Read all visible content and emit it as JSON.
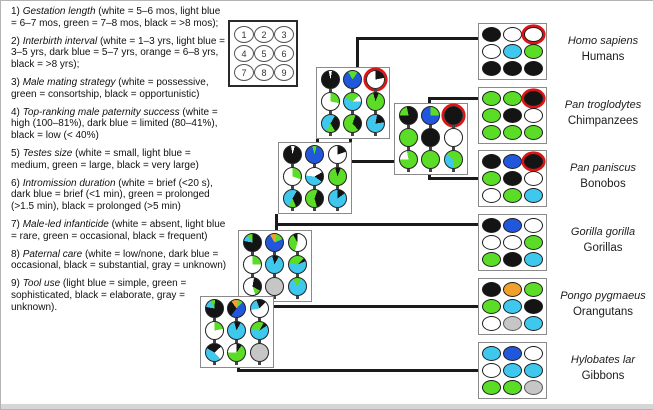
{
  "colors": {
    "white": "#ffffff",
    "light_blue": "#3fc8ee",
    "dark_blue": "#2057dd",
    "green": "#5bdc26",
    "orange": "#f0a02c",
    "black": "#141414",
    "gray": "#c6c6c6",
    "red_ring": "#dd1414",
    "line": "#1a1a1a"
  },
  "legend": {
    "items": [
      {
        "id": "1)",
        "name": "Gestation length",
        "desc": "(white = 5–6 mos, light blue = 6–7 mos, green = 7–8 mos, black = >8 mos);"
      },
      {
        "id": "2)",
        "name": "Interbirth interval",
        "desc": "(white = 1–3 yrs, light blue = 3–5 yrs, dark blue = 5–7 yrs, orange = 6–8 yrs, black = >8 yrs);"
      },
      {
        "id": "3)",
        "name": "Male mating strategy",
        "desc": "(white = possessive, green = consortship, black = opportunistic)"
      },
      {
        "id": "4)",
        "name": "Top-ranking male paternity success",
        "desc": "(white = high (100–81%), dark blue = limited (80–41%), black = low (< 40%)"
      },
      {
        "id": "5)",
        "name": "Testes size",
        "desc": "(white = small, light blue = medium, green = large, black = very large)"
      },
      {
        "id": "6)",
        "name": "Intromission duration",
        "desc": "(white = brief (<20 s), dark blue = brief (<1 min), green = prolonged (>1.5 min), black = prolonged (>5 min)"
      },
      {
        "id": "7)",
        "name": "Male-led infanticide",
        "desc": "(white = absent, light blue = rare, green = occasional, black = frequent)"
      },
      {
        "id": "8)",
        "name": "Paternal care",
        "desc": "(white = low/none, dark blue = occasional, black = substantial, gray = unknown)"
      },
      {
        "id": "9)",
        "name": "Tool use",
        "desc": "(light blue = simple, green = sophisticated, black = elaborate, gray = unknown)."
      }
    ]
  },
  "key_grid": {
    "numbers": [
      "1",
      "2",
      "3",
      "4",
      "5",
      "6",
      "7",
      "8",
      "9"
    ]
  },
  "species": [
    {
      "id": "homo-sapiens",
      "sci": "Homo sapiens",
      "common": "Humans",
      "cells": [
        {
          "c": "black"
        },
        {
          "c": "white"
        },
        {
          "c": "white",
          "r": true
        },
        {
          "c": "white"
        },
        {
          "c": "light_blue"
        },
        {
          "c": "green"
        },
        {
          "c": "black"
        },
        {
          "c": "black"
        },
        {
          "c": "black"
        }
      ]
    },
    {
      "id": "pan-troglodytes",
      "sci": "Pan troglodytes",
      "common": "Chimpanzees",
      "cells": [
        {
          "c": "green"
        },
        {
          "c": "green"
        },
        {
          "c": "black",
          "r": true
        },
        {
          "c": "green"
        },
        {
          "c": "black"
        },
        {
          "c": "white"
        },
        {
          "c": "green"
        },
        {
          "c": "green"
        },
        {
          "c": "green"
        }
      ]
    },
    {
      "id": "pan-paniscus",
      "sci": "Pan paniscus",
      "common": "Bonobos",
      "cells": [
        {
          "c": "black"
        },
        {
          "c": "dark_blue"
        },
        {
          "c": "black",
          "r": true
        },
        {
          "c": "green"
        },
        {
          "c": "black"
        },
        {
          "c": "white"
        },
        {
          "c": "white"
        },
        {
          "c": "green"
        },
        {
          "c": "light_blue"
        }
      ]
    },
    {
      "id": "gorilla-gorilla",
      "sci": "Gorilla gorilla",
      "common": "Gorillas",
      "cells": [
        {
          "c": "black"
        },
        {
          "c": "dark_blue"
        },
        {
          "c": "white"
        },
        {
          "c": "white"
        },
        {
          "c": "white"
        },
        {
          "c": "green"
        },
        {
          "c": "green"
        },
        {
          "c": "black"
        },
        {
          "c": "light_blue"
        }
      ]
    },
    {
      "id": "pongo-pygmaeus",
      "sci": "Pongo pygmaeus",
      "common": "Orangutans",
      "cells": [
        {
          "c": "black"
        },
        {
          "c": "orange"
        },
        {
          "c": "green"
        },
        {
          "c": "green"
        },
        {
          "c": "light_blue"
        },
        {
          "c": "black"
        },
        {
          "c": "white"
        },
        {
          "c": "gray"
        },
        {
          "c": "light_blue"
        }
      ]
    },
    {
      "id": "hylobates-lar",
      "sci": "Hylobates lar",
      "common": "Gibbons",
      "cells": [
        {
          "c": "light_blue"
        },
        {
          "c": "dark_blue"
        },
        {
          "c": "white"
        },
        {
          "c": "white"
        },
        {
          "c": "light_blue"
        },
        {
          "c": "light_blue"
        },
        {
          "c": "green"
        },
        {
          "c": "green"
        },
        {
          "c": "gray"
        }
      ]
    }
  ],
  "ancestors": [
    {
      "id": "homo-pan-ancestor",
      "pies": [
        {
          "f": 348,
          "s": [
            [
              "white",
              0.06
            ],
            [
              "black",
              0.94
            ]
          ]
        },
        {
          "f": 330,
          "s": [
            [
              "green",
              0.18
            ],
            [
              "dark_blue",
              0.82
            ]
          ]
        },
        {
          "f": 0,
          "s": [
            [
              "black",
              0.22
            ],
            [
              "white",
              0.78
            ]
          ],
          "r": true
        },
        {
          "f": 0,
          "s": [
            [
              "green",
              0.28
            ],
            [
              "white",
              0.72
            ]
          ]
        },
        {
          "f": 300,
          "s": [
            [
              "green",
              0.3
            ],
            [
              "white",
              0.12
            ],
            [
              "light_blue",
              0.58
            ]
          ]
        },
        {
          "f": 345,
          "s": [
            [
              "black",
              0.1
            ],
            [
              "green",
              0.9
            ]
          ]
        },
        {
          "f": 30,
          "s": [
            [
              "black",
              0.33
            ],
            [
              "green",
              0.17
            ],
            [
              "light_blue",
              0.5
            ]
          ]
        },
        {
          "f": 20,
          "s": [
            [
              "black",
              0.33
            ],
            [
              "green",
              0.67
            ]
          ]
        },
        {
          "f": 10,
          "s": [
            [
              "black",
              0.2
            ],
            [
              "light_blue",
              0.8
            ]
          ]
        }
      ]
    },
    {
      "id": "pan-ancestor",
      "pies": [
        {
          "f": 270,
          "s": [
            [
              "green",
              0.22
            ],
            [
              "black",
              0.78
            ]
          ]
        },
        {
          "f": 0,
          "s": [
            [
              "green",
              0.25
            ],
            [
              "dark_blue",
              0.75
            ]
          ]
        },
        {
          "f": 0,
          "s": [
            [
              "black",
              1
            ]
          ],
          "r": true
        },
        {
          "f": 0,
          "s": [
            [
              "green",
              1
            ]
          ]
        },
        {
          "f": 0,
          "s": [
            [
              "black",
              1
            ]
          ]
        },
        {
          "f": 0,
          "s": [
            [
              "white",
              1
            ]
          ]
        },
        {
          "f": 270,
          "s": [
            [
              "white",
              0.22
            ],
            [
              "green",
              0.78
            ]
          ]
        },
        {
          "f": 0,
          "s": [
            [
              "green",
              1
            ]
          ]
        },
        {
          "f": 180,
          "s": [
            [
              "light_blue",
              0.35
            ],
            [
              "green",
              0.65
            ]
          ]
        }
      ]
    },
    {
      "id": "african-ape-ancestor",
      "pies": [
        {
          "f": 350,
          "s": [
            [
              "white",
              0.07
            ],
            [
              "black",
              0.93
            ]
          ]
        },
        {
          "f": 345,
          "s": [
            [
              "green",
              0.08
            ],
            [
              "dark_blue",
              0.92
            ]
          ]
        },
        {
          "f": 0,
          "s": [
            [
              "black",
              0.2
            ],
            [
              "white",
              0.8
            ]
          ]
        },
        {
          "f": 0,
          "s": [
            [
              "green",
              0.3
            ],
            [
              "white",
              0.7
            ]
          ]
        },
        {
          "f": 60,
          "s": [
            [
              "black",
              0.18
            ],
            [
              "light_blue",
              0.42
            ],
            [
              "white",
              0.4
            ]
          ]
        },
        {
          "f": 345,
          "s": [
            [
              "black",
              0.1
            ],
            [
              "green",
              0.9
            ]
          ]
        },
        {
          "f": 30,
          "s": [
            [
              "black",
              0.35
            ],
            [
              "green",
              0.15
            ],
            [
              "light_blue",
              0.5
            ]
          ]
        },
        {
          "f": 20,
          "s": [
            [
              "black",
              0.4
            ],
            [
              "green",
              0.6
            ]
          ]
        },
        {
          "f": 0,
          "s": [
            [
              "black",
              0.15
            ],
            [
              "light_blue",
              0.85
            ]
          ]
        }
      ]
    },
    {
      "id": "great-ape-ancestor",
      "pies": [
        {
          "f": 280,
          "s": [
            [
              "light_blue",
              0.12
            ],
            [
              "green",
              0.1
            ],
            [
              "black",
              0.78
            ]
          ]
        },
        {
          "f": 330,
          "s": [
            [
              "orange",
              0.12
            ],
            [
              "green",
              0.15
            ],
            [
              "dark_blue",
              0.73
            ]
          ]
        },
        {
          "f": 330,
          "s": [
            [
              "black",
              0.08
            ],
            [
              "white",
              0.55
            ],
            [
              "green",
              0.37
            ]
          ]
        },
        {
          "f": 0,
          "s": [
            [
              "green",
              0.25
            ],
            [
              "white",
              0.75
            ]
          ]
        },
        {
          "f": 345,
          "s": [
            [
              "black",
              0.12
            ],
            [
              "light_blue",
              0.88
            ]
          ]
        },
        {
          "f": 280,
          "s": [
            [
              "green",
              0.35
            ],
            [
              "black",
              0.06
            ],
            [
              "light_blue",
              0.59
            ]
          ]
        },
        {
          "f": 10,
          "s": [
            [
              "black",
              0.3
            ],
            [
              "green",
              0.12
            ],
            [
              "white",
              0.58
            ]
          ]
        },
        {
          "f": 0,
          "s": [
            [
              "gray",
              1
            ]
          ]
        },
        {
          "f": 330,
          "s": [
            [
              "green",
              0.15
            ],
            [
              "light_blue",
              0.85
            ]
          ]
        }
      ]
    },
    {
      "id": "root-ancestor",
      "pies": [
        {
          "f": 280,
          "s": [
            [
              "light_blue",
              0.15
            ],
            [
              "green",
              0.08
            ],
            [
              "black",
              0.77
            ]
          ]
        },
        {
          "f": 325,
          "s": [
            [
              "orange",
              0.14
            ],
            [
              "green",
              0.08
            ],
            [
              "dark_blue",
              0.48
            ],
            [
              "black",
              0.3
            ]
          ]
        },
        {
          "f": 340,
          "s": [
            [
              "black",
              0.18
            ],
            [
              "white",
              0.6
            ],
            [
              "light_blue",
              0.22
            ]
          ]
        },
        {
          "f": 0,
          "s": [
            [
              "green",
              0.22
            ],
            [
              "white",
              0.78
            ]
          ]
        },
        {
          "f": 345,
          "s": [
            [
              "black",
              0.12
            ],
            [
              "light_blue",
              0.88
            ]
          ]
        },
        {
          "f": 280,
          "s": [
            [
              "green",
              0.3
            ],
            [
              "black",
              0.08
            ],
            [
              "light_blue",
              0.62
            ]
          ]
        },
        {
          "f": 300,
          "s": [
            [
              "black",
              0.3
            ],
            [
              "white",
              0.25
            ],
            [
              "light_blue",
              0.45
            ]
          ]
        },
        {
          "f": 270,
          "s": [
            [
              "white",
              0.25
            ],
            [
              "black",
              0.1
            ],
            [
              "green",
              0.65
            ]
          ]
        },
        {
          "f": 0,
          "s": [
            [
              "gray",
              1
            ]
          ]
        }
      ]
    }
  ]
}
